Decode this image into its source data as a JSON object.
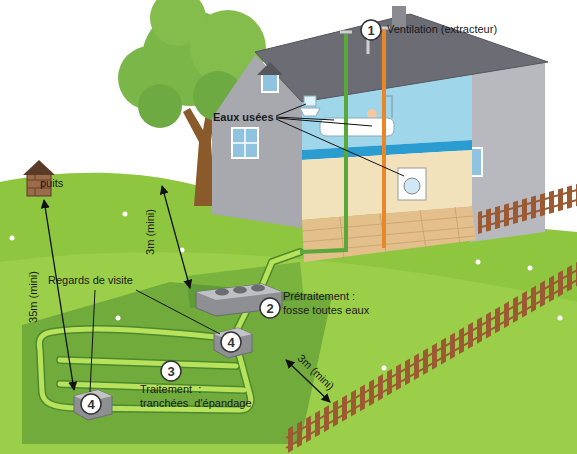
{
  "diagram": {
    "nodes": [
      {
        "text": [
          "1",
          "Ventilation (extracteur)"
        ]
      },
      {
        "text": [
          "2",
          "Prétraitement : fosse toutes eaux"
        ]
      },
      {
        "text": [
          "3",
          "Traitement : tranchées d'épandage"
        ]
      },
      {
        "text": [
          "4"
        ]
      },
      {
        "text": [
          "4"
        ]
      }
    ],
    "labels": [
      "Eaux usées",
      "puits",
      "35m (mini)",
      "3m (mini)",
      "Regards de visite",
      "3m (mini)"
    ]
  }
}
